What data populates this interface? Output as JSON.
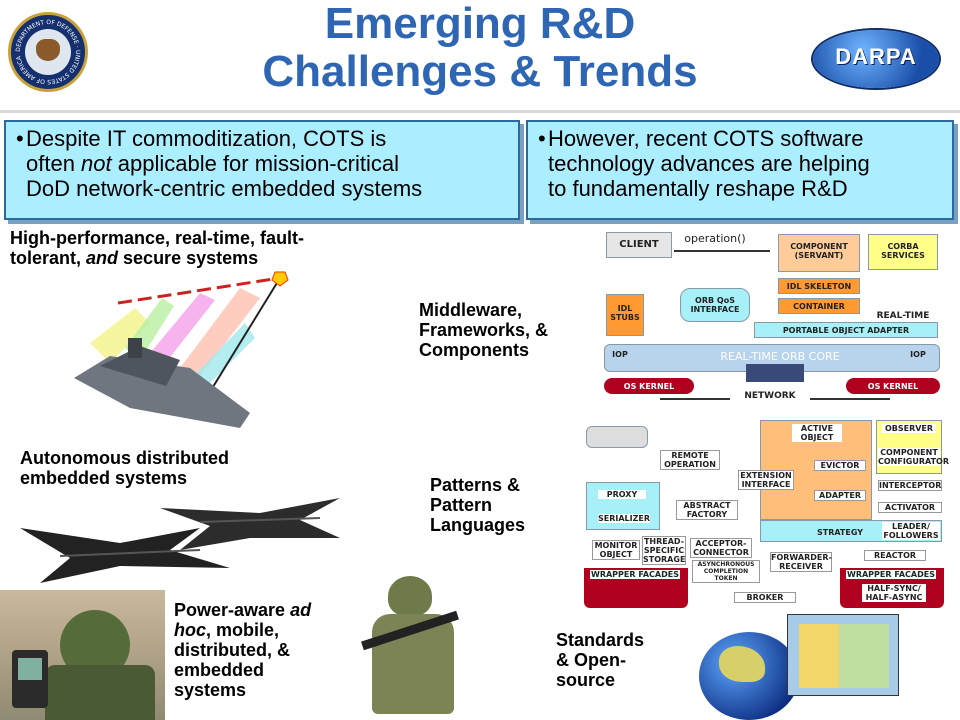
{
  "header": {
    "title_line1": "Emerging R&D",
    "title_line2": "Challenges & Trends",
    "right_logo_text": "DARPA",
    "left_seal_text": "DEPARTMENT OF DEFENSE · UNITED STATES OF AMERICA"
  },
  "left_box": {
    "line1": "Despite IT commoditization, COTS is",
    "line2_pre": "often ",
    "line2_em": "not",
    "line2_post": " applicable for mission-critical",
    "line3": "DoD network-centric embedded systems"
  },
  "right_box": {
    "line1": "However, recent COTS software",
    "line2": "technology advances are helping",
    "line3": "to fundamentally reshape R&D"
  },
  "left_labels": {
    "hp_line1": "High-performance, real-time, fault-",
    "hp_line2_pre": "tolerant, ",
    "hp_line2_em": "and",
    "hp_line2_post": " secure systems",
    "auto_line1": "Autonomous distributed",
    "auto_line2": "embedded systems",
    "power_line1_pre": "Power-aware ",
    "power_line1_em": "ad",
    "power_line2_em": "hoc",
    "power_line2_post": ", mobile,",
    "power_line3": "distributed, &",
    "power_line4": "embedded",
    "power_line5": "systems"
  },
  "right_labels": {
    "mw_line1": "Middleware,",
    "mw_line2": "Frameworks, &",
    "mw_line3": "Components",
    "pat_line1": "Patterns &",
    "pat_line2": "Pattern",
    "pat_line3": "Languages",
    "std_line1": "Standards",
    "std_line2": "& Open-",
    "std_line3": "source"
  },
  "orb_diagram": {
    "client": "CLIENT",
    "operation": "operation()",
    "component": "COMPONENT (SERVANT)",
    "corba": "CORBA SERVICES",
    "idl_skel": "IDL SKELETON",
    "container": "CONTAINER",
    "idl_stubs": "IDL STUBS",
    "orb_qos": "ORB QoS INTERFACE",
    "real_time": "REAL-TIME",
    "poa": "PORTABLE OBJECT ADAPTER",
    "orb_core": "REAL-TIME ORB CORE",
    "iop_left": "IOP",
    "iop_right": "IOP",
    "os_left": "OS KERNEL",
    "os_right": "OS KERNEL",
    "network": "NETWORK"
  },
  "pattern_diagram": {
    "active_object": "ACTIVE OBJECT",
    "observer": "OBSERVER",
    "remote_operation": "REMOTE OPERATION",
    "extension_interface": "EXTENSION INTERFACE",
    "evictor": "EVICTOR",
    "component_configurator": "COMPONENT CONFIGURATOR",
    "interceptor": "INTERCEPTOR",
    "adapter": "ADAPTER",
    "activator": "ACTIVATOR",
    "proxy": "PROXY",
    "abstract_factory": "ABSTRACT FACTORY",
    "serializer": "SERIALIZER",
    "strategy": "STRATEGY",
    "leader_followers": "LEADER/ FOLLOWERS",
    "monitor_object": "MONITOR OBJECT",
    "thread_specific": "THREAD- SPECIFIC STORAGE",
    "acceptor_connector": "ACCEPTOR- CONNECTOR",
    "reactor": "REACTOR",
    "forwarder_receiver": "FORWARDER- RECEIVER",
    "async_token": "ASYNCHRONOUS COMPLETION TOKEN",
    "wrapper_left": "WRAPPER FACADES",
    "wrapper_right": "WRAPPER FACADES",
    "half_sync": "HALF-SYNC/ HALF-ASYNC",
    "broker": "BROKER"
  }
}
